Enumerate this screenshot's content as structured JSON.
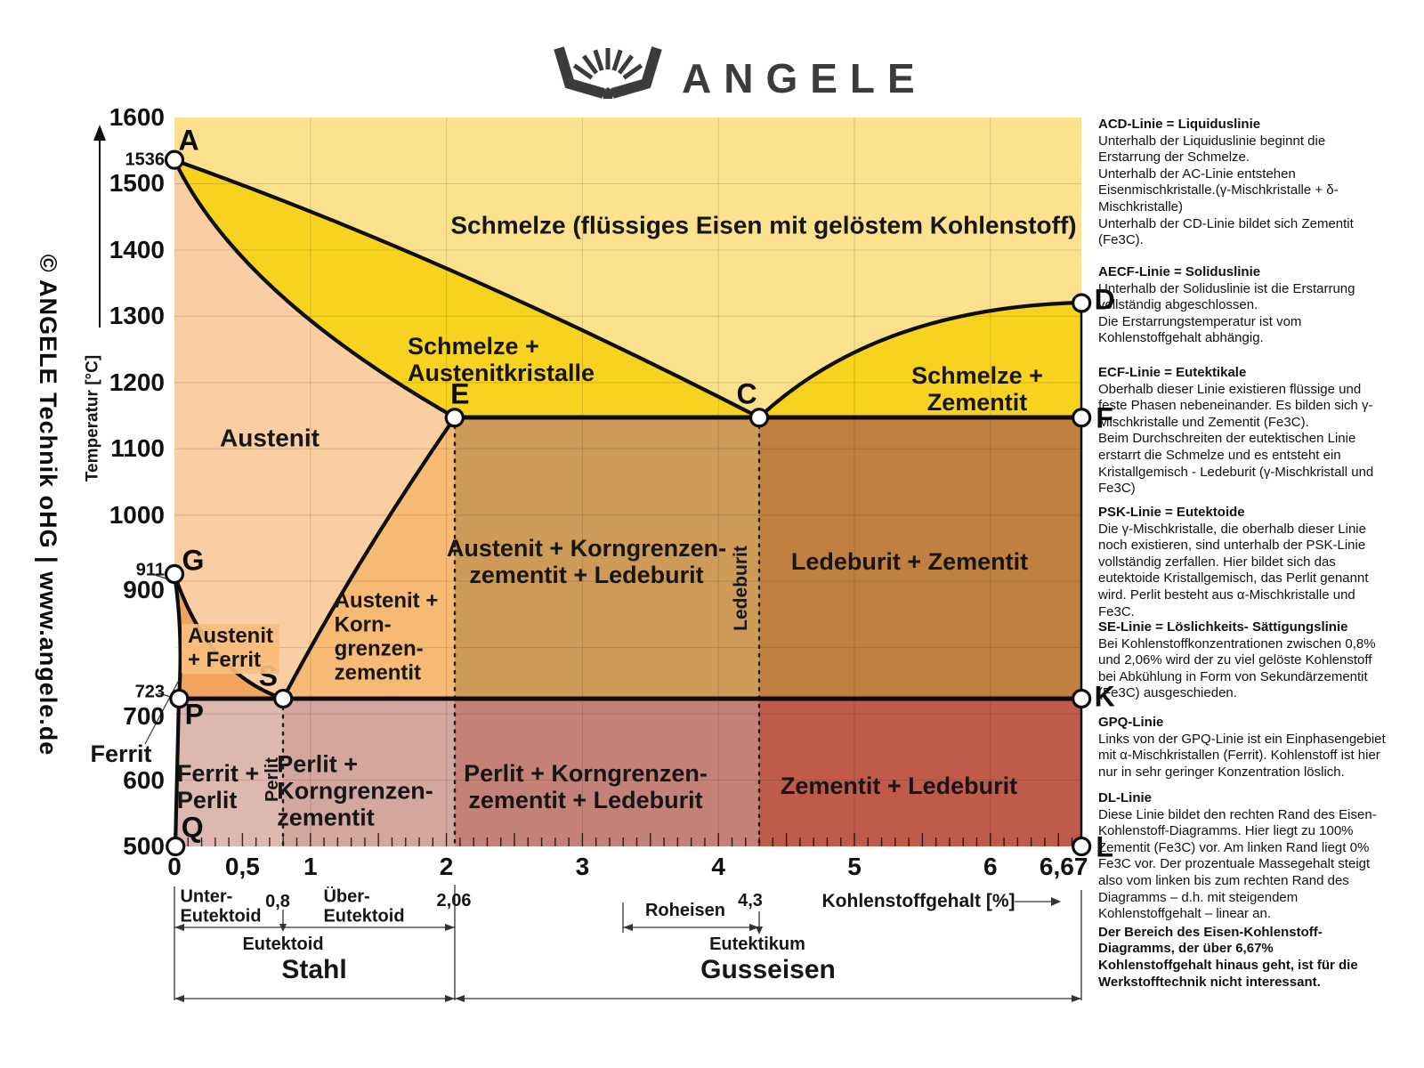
{
  "brand": {
    "logo_text": "ANGELE",
    "copyright": "© ANGELE Technik oHG | www.angele.de"
  },
  "axes": {
    "y_label": "Temperatur [°C]",
    "x_label": "Kohlenstoffgehalt [%]",
    "x_ticks": [
      {
        "c": 0,
        "t": "0"
      },
      {
        "c": 0.5,
        "t": "0,5"
      },
      {
        "c": 1,
        "t": "1"
      },
      {
        "c": 2,
        "t": "2"
      },
      {
        "c": 3,
        "t": "3"
      },
      {
        "c": 4,
        "t": "4"
      },
      {
        "c": 5,
        "t": "5"
      },
      {
        "c": 6,
        "t": "6"
      },
      {
        "c": 6.67,
        "t": "6,67",
        "dx": -20
      }
    ],
    "y_ticks": [
      {
        "v": 1600,
        "t": "1600"
      },
      {
        "v": 1536,
        "t": "1536",
        "small": true
      },
      {
        "v": 1500,
        "t": "1500"
      },
      {
        "v": 1400,
        "t": "1400"
      },
      {
        "v": 1300,
        "t": "1300"
      },
      {
        "v": 1200,
        "t": "1200"
      },
      {
        "v": 1100,
        "t": "1100"
      },
      {
        "v": 1000,
        "t": "1000"
      },
      {
        "v": 911,
        "t": "911",
        "small": true,
        "dy": -4
      },
      {
        "v": 900,
        "t": "900",
        "dy": 10
      },
      {
        "v": 723,
        "t": "723",
        "small": true,
        "dy": -7
      },
      {
        "v": 700,
        "t": "700",
        "dy": 3
      },
      {
        "v": 600,
        "t": "600"
      },
      {
        "v": 500,
        "t": "500"
      }
    ]
  },
  "regions": {
    "schmelze": "Schmelze (flüssiges Eisen mit gelöstem Kohlenstoff)",
    "schmelze_austenit": "Schmelze +\nAustenitkristalle",
    "schmelze_zementit": "Schmelze +\nZementit",
    "austenit": "Austenit",
    "austenit_ferrit": "Austenit\n+ Ferrit",
    "austenit_kgz": "Austenit +\nKorn-\ngrenzen-\nzementit",
    "austenit_kgz_ledeburit": "Austenit + Korngrenzen-\nzementit + Ledeburit",
    "ledeburit_zementit": "Ledeburit + Zementit",
    "ferrit": "Ferrit",
    "ferrit_perlit": "Ferrit +\nPerlit",
    "perlit_kgz": "Perlit +\nKorngrenzen-\nzementit",
    "perlit_kgz_ledeburit": "Perlit + Korngrenzen-\nzementit + Ledeburit",
    "zementit_ledeburit": "Zementit + Ledeburit",
    "perlit_vertical": "Perlit",
    "ledeburit_vertical": "Ledeburit"
  },
  "annotations": {
    "unter_eutektoid": "Unter-\nEutektoid",
    "ueber_eutektoid": "Über-\nEutektoid",
    "val_08": "0,8",
    "val_206": "2,06",
    "val_43": "4,3",
    "roheisen": "Roheisen",
    "eutektoid": "Eutektoid",
    "eutektikum": "Eutektikum",
    "stahl": "Stahl",
    "gusseisen": "Gusseisen"
  },
  "colors": {
    "schmelze": "#FBE18D",
    "schmelze_mix": "#F7D31F",
    "austenit": "#F9CEA2",
    "austenit_ferrit": "#F2A45F",
    "austenit_kgz": "#F7BA74",
    "austenit_kgz_led": "#CE9A58",
    "ledeburit_zem": "#C08140",
    "ferrit_perlit": "#DDB8AE",
    "perlit_kgz": "#D3A69E",
    "perlit_kgz_led": "#C48177",
    "zementit_led": "#C05B4B",
    "ferrit_sliver": "#FFFFFF"
  },
  "legend_blocks": [
    {
      "heading": "ACD-Linie = Liquiduslinie",
      "body": "Unterhalb der Liquiduslinie beginnt die Erstarrung der Schmelze.\nUnterhalb der AC-Linie entstehen Eisenmischkristalle.(γ-Mischkristalle + δ-Mischkristalle)\nUnterhalb der CD-Linie bildet sich Zementit (Fe3C)."
    },
    {
      "heading": "AECF-Linie = Soliduslinie",
      "body": "Unterhalb der Soliduslinie ist die Erstarrung vollständig abgeschlossen.\nDie Erstarrungstemperatur ist vom Kohlenstoffgehalt abhängig."
    },
    {
      "heading": "ECF-Linie = Eutektikale",
      "body": "Oberhalb dieser Linie existieren flüssige und feste Phasen nebeneinander. Es bilden sich γ-Mischkristalle und Zementit (Fe3C).\nBeim Durchschreiten der eutektischen Linie erstarrt die Schmelze und es entsteht ein Kristallgemisch - Ledeburit (γ-Mischkristall und Fe3C)"
    },
    {
      "heading": "PSK-Linie = Eutektoide",
      "body": "Die γ-Mischkristalle, die oberhalb dieser Linie noch existieren, sind unterhalb der PSK-Linie vollständig zerfallen. Hier bildet sich das eutektoide Kristallgemisch, das Perlit genannt wird. Perlit besteht aus α-Mischkristalle und Fe3C."
    },
    {
      "heading": "SE-Linie = Löslichkeits- Sättigungslinie",
      "body": "Bei Kohlenstoffkonzentrationen zwischen 0,8% und 2,06% wird der zu viel gelöste Kohlenstoff bei Abkühlung in Form von Sekundärzementit (Fe3C) ausgeschieden."
    },
    {
      "heading": "GPQ-Linie",
      "body": "Links von der GPQ-Linie ist ein Einphasengebiet mit α-Mischkristallen (Ferrit). Kohlenstoff ist hier nur in sehr geringer Konzentration löslich."
    },
    {
      "heading": "DL-Linie",
      "body": "Diese Linie bildet den rechten Rand des Eisen-Kohlenstoff-Diagramms. Hier liegt zu 100% Zementit (Fe3C) vor. Am linken Rand liegt 0% Fe3C vor. Der prozentuale Massegehalt steigt also vom linken bis zum rechten Rand des Diagramms – d.h. mit steigendem Kohlenstoffgehalt – linear an.",
      "bold_note": "Der Bereich des Eisen-Kohlenstoff-Diagramms, der über 6,67% Kohlenstoffgehalt hinaus geht, ist für die Werkstofftechnik nicht interessant."
    }
  ],
  "chart_data": {
    "type": "phase-diagram",
    "xlabel": "Kohlenstoffgehalt [%]",
    "ylabel": "Temperatur [°C]",
    "xlim": [
      0,
      6.67
    ],
    "ylim": [
      500,
      1600
    ],
    "x_tick_values": [
      0,
      0.5,
      1,
      2,
      3,
      4,
      5,
      6,
      6.67
    ],
    "y_tick_values": [
      500,
      600,
      700,
      723,
      800,
      900,
      911,
      1000,
      1100,
      1200,
      1300,
      1400,
      1500,
      1536,
      1600
    ],
    "grid": true,
    "points": [
      {
        "label": "A",
        "c": 0,
        "temp": 1536
      },
      {
        "label": "D",
        "c": 6.67,
        "temp": 1320
      },
      {
        "label": "C",
        "c": 4.3,
        "temp": 1147
      },
      {
        "label": "E",
        "c": 2.06,
        "temp": 1147
      },
      {
        "label": "F",
        "c": 6.67,
        "temp": 1147
      },
      {
        "label": "G",
        "c": 0,
        "temp": 911
      },
      {
        "label": "S",
        "c": 0.8,
        "temp": 723
      },
      {
        "label": "P",
        "c": 0.035,
        "temp": 723
      },
      {
        "label": "K",
        "c": 6.67,
        "temp": 723
      },
      {
        "label": "Q",
        "c": 0.008,
        "temp": 500
      },
      {
        "label": "L",
        "c": 6.67,
        "temp": 500
      }
    ],
    "lines": [
      {
        "name": "ACD (Liquiduslinie)",
        "points": [
          [
            0,
            1536
          ],
          [
            4.3,
            1147
          ],
          [
            6.67,
            1320
          ]
        ]
      },
      {
        "name": "AECF (Soliduslinie)",
        "points": [
          [
            0,
            1536
          ],
          [
            2.06,
            1147
          ],
          [
            6.67,
            1147
          ]
        ]
      },
      {
        "name": "ECF (Eutektikale)",
        "points": [
          [
            2.06,
            1147
          ],
          [
            6.67,
            1147
          ]
        ]
      },
      {
        "name": "PSK (Eutektoide)",
        "points": [
          [
            0.035,
            723
          ],
          [
            0.8,
            723
          ],
          [
            6.67,
            723
          ]
        ]
      },
      {
        "name": "SE (Löslichkeits-/Sättigungslinie)",
        "points": [
          [
            0.8,
            723
          ],
          [
            2.06,
            1147
          ]
        ]
      },
      {
        "name": "GS",
        "points": [
          [
            0,
            911
          ],
          [
            0.8,
            723
          ]
        ]
      },
      {
        "name": "GPQ",
        "points": [
          [
            0,
            911
          ],
          [
            0.035,
            723
          ],
          [
            0.008,
            500
          ]
        ]
      },
      {
        "name": "DL",
        "points": [
          [
            6.67,
            1320
          ],
          [
            6.67,
            500
          ]
        ]
      }
    ],
    "region_names": [
      "Schmelze (flüssiges Eisen mit gelöstem Kohlenstoff)",
      "Schmelze + Austenitkristalle",
      "Schmelze + Zementit",
      "Austenit",
      "Austenit + Ferrit",
      "Ferrit",
      "Austenit + Korngrenzenzementit",
      "Austenit + Korngrenzenzementit + Ledeburit",
      "Ledeburit + Zementit",
      "Ferrit + Perlit",
      "Perlit + Korngrenzenzementit",
      "Perlit + Korngrenzenzementit + Ledeburit",
      "Zementit + Ledeburit"
    ]
  }
}
